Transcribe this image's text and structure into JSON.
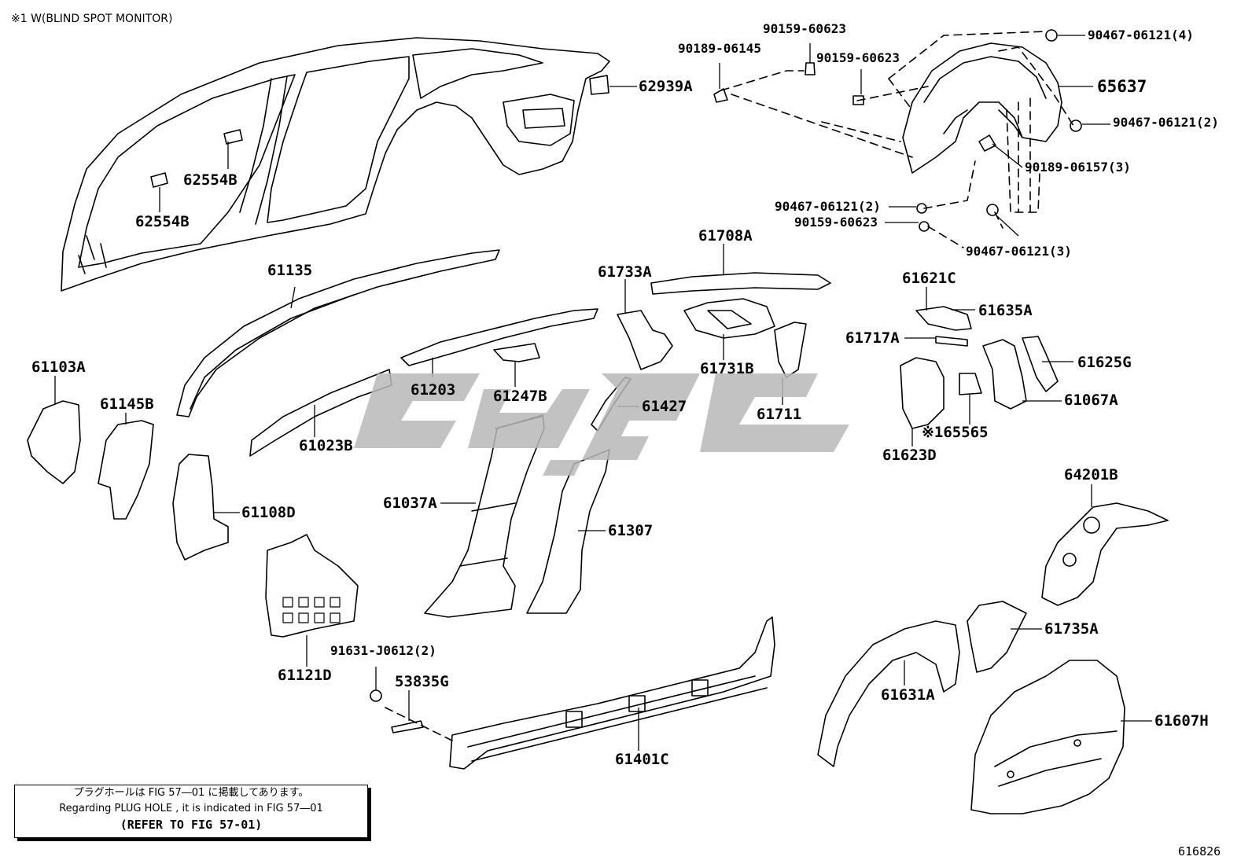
{
  "note_top": "※1  W(BLIND SPOT MONITOR)",
  "labels": [
    "62939A",
    "90159-60623",
    "90189-06145",
    "90159-60623",
    "90467-06121(4)",
    "65637",
    "90467-06121(2)",
    "90189-06157(3)",
    "90467-06121(2)",
    "90159-60623",
    "90467-06121(3)",
    "62554B",
    "62554B",
    "61135",
    "61708A",
    "61733A",
    "61621C",
    "61635A",
    "61717A",
    "61625G",
    "61103A",
    "61145B",
    "61203",
    "61247B",
    "61731B",
    "61427",
    "61711",
    "61067A",
    "※165565",
    "61023B",
    "61623D",
    "64201B",
    "61108D",
    "61037A",
    "61307",
    "61735A",
    "61121D",
    "91631-J0612(2)",
    "53835G",
    "61631A",
    "61607H",
    "61401C"
  ],
  "legend": {
    "line1": "プラグホールは FIG  57―01 に掲載してあります。",
    "line2": "Regarding  PLUG  HOLE , it is indicated in FIG  57―01",
    "line3": "(REFER TO FIG 57-01)"
  },
  "figure_id": "616826",
  "colors": {
    "ink": "#000000",
    "watermark": "#b0b0b0",
    "background": "#ffffff"
  },
  "icons": [
    "watermark-logo"
  ]
}
